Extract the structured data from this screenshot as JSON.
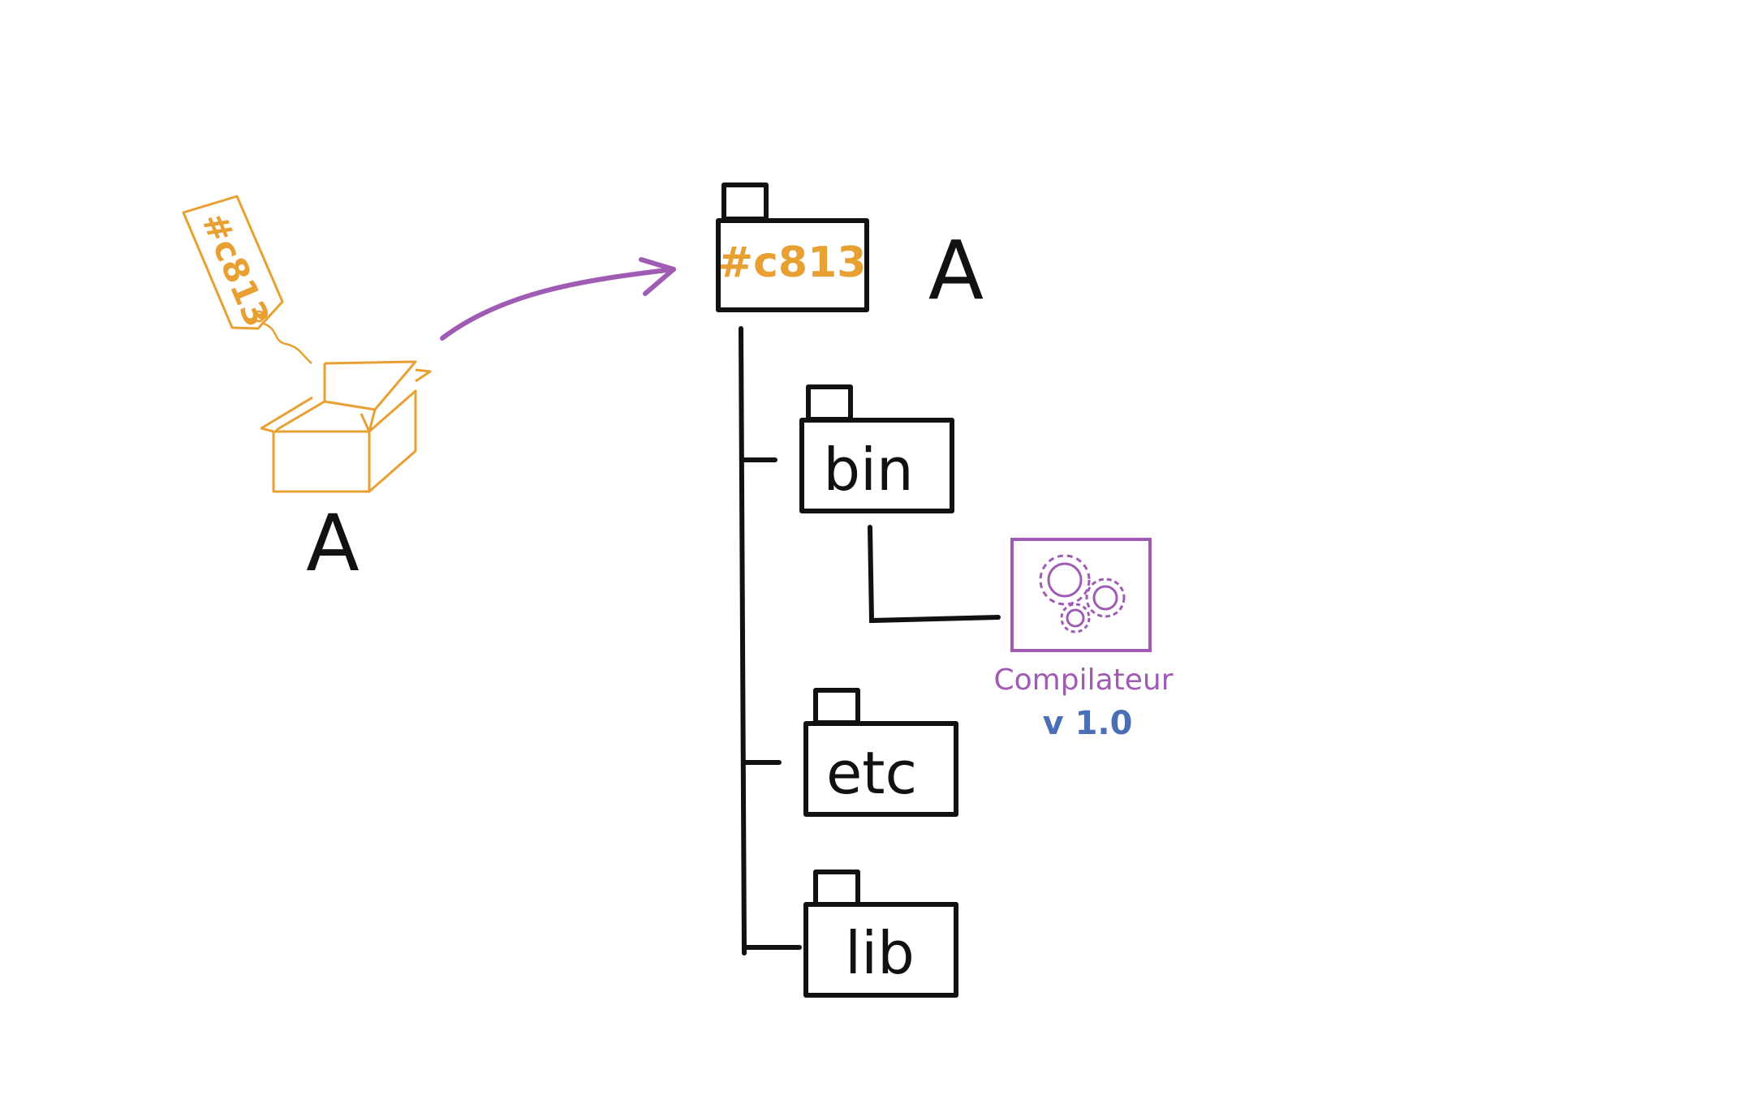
{
  "package": {
    "tag_text": "#c813",
    "label": "A",
    "color": "#E8A033"
  },
  "arrow": {
    "color": "#A05BB5"
  },
  "tree": {
    "root": {
      "tag_text": "#c813",
      "label": "A",
      "tag_color": "#E8A033"
    },
    "folders": [
      {
        "label": "bin"
      },
      {
        "label": "etc"
      },
      {
        "label": "lib"
      }
    ],
    "binary": {
      "name": "Compilateur",
      "version": "v 1.0",
      "icon": "gears-icon",
      "name_color": "#A05BB5",
      "version_color": "#4A6FB5"
    },
    "line_color": "#111111"
  }
}
